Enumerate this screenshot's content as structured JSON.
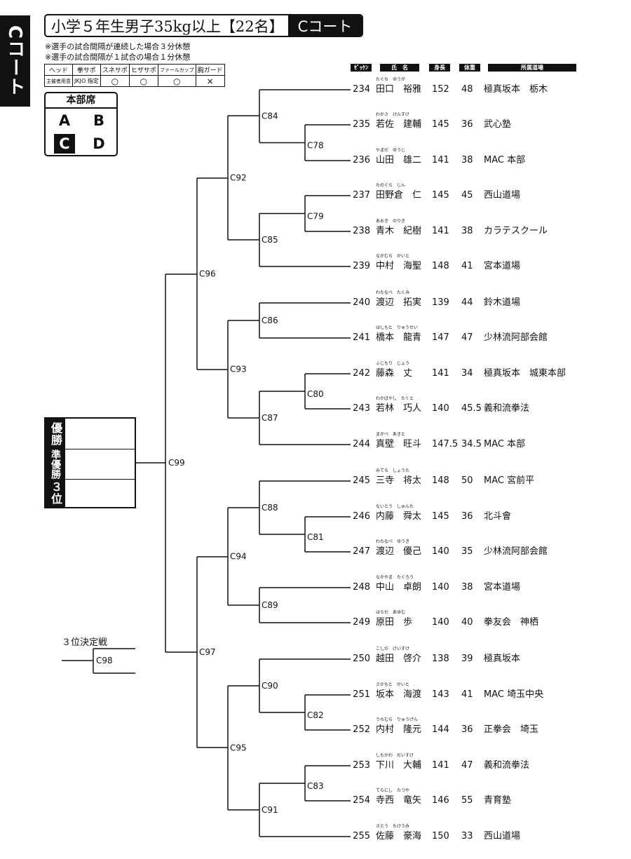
{
  "court_tab": "Cコート",
  "title": {
    "division": "小学５年生男子35kg以上【22名】",
    "court": "Cコート"
  },
  "notes": [
    "※選手の試合間隔が連続した場合３分休憩",
    "※選手の試合間隔が１試合の場合１分休憩"
  ],
  "equipment": {
    "headers": [
      "ヘッド",
      "拳サポ",
      "スネサポ",
      "ヒザサポ",
      "ファールカップ",
      "胸ガード"
    ],
    "values": [
      "主催者用意",
      "JKJO 指定",
      "○",
      "○",
      "○",
      "×"
    ]
  },
  "hq": {
    "title": "本部席",
    "cells": [
      "A",
      "B",
      "C",
      "D"
    ],
    "selected": "C"
  },
  "columns": [
    "ｾﾞｯｹﾝ",
    "氏　名",
    "身長",
    "体重",
    "所属道場"
  ],
  "entries": [
    {
      "no": "234",
      "name": "田口　裕雅",
      "ruby": "たぐち　ゆうが",
      "height": "152",
      "weight": "48",
      "dojo": "極真坂本　栃木"
    },
    {
      "no": "235",
      "name": "若佐　建輔",
      "ruby": "わかさ　けんすけ",
      "height": "145",
      "weight": "36",
      "dojo": "武心塾"
    },
    {
      "no": "236",
      "name": "山田　雄二",
      "ruby": "やまだ　ゆうじ",
      "height": "141",
      "weight": "38",
      "dojo": "MAC 本部"
    },
    {
      "no": "237",
      "name": "田野倉　仁",
      "ruby": "たのくら　じん",
      "height": "145",
      "weight": "45",
      "dojo": "西山道場"
    },
    {
      "no": "238",
      "name": "青木　紀樹",
      "ruby": "あおき　のりき",
      "height": "141",
      "weight": "38",
      "dojo": "カラテスクール"
    },
    {
      "no": "239",
      "name": "中村　海聖",
      "ruby": "なかむら　かいと",
      "height": "148",
      "weight": "41",
      "dojo": "宮本道場"
    },
    {
      "no": "240",
      "name": "渡辺　拓実",
      "ruby": "わたなべ　たくみ",
      "height": "139",
      "weight": "44",
      "dojo": "鈴木道場"
    },
    {
      "no": "241",
      "name": "橋本　龍青",
      "ruby": "はしもと　りゅうせい",
      "height": "147",
      "weight": "47",
      "dojo": "少林流阿部会館"
    },
    {
      "no": "242",
      "name": "藤森　丈",
      "ruby": "ふじもり　じょう",
      "height": "141",
      "weight": "34",
      "dojo": "極真坂本　城東本部"
    },
    {
      "no": "243",
      "name": "若林　巧人",
      "ruby": "わかばやし　たくと",
      "height": "140",
      "weight": "45.5",
      "dojo": "義和流拳法"
    },
    {
      "no": "244",
      "name": "真壁　旺斗",
      "ruby": "まかべ　あきと",
      "height": "147.5",
      "weight": "34.5",
      "dojo": "MAC 本部"
    },
    {
      "no": "245",
      "name": "三寺　将太",
      "ruby": "みてら　しょうた",
      "height": "148",
      "weight": "50",
      "dojo": "MAC 宮前平"
    },
    {
      "no": "246",
      "name": "内藤　舜太",
      "ruby": "ないとう　しゅんた",
      "height": "145",
      "weight": "36",
      "dojo": "北斗會"
    },
    {
      "no": "247",
      "name": "渡辺　優己",
      "ruby": "わたなべ　ゆうき",
      "height": "140",
      "weight": "35",
      "dojo": "少林流阿部会館"
    },
    {
      "no": "248",
      "name": "中山　卓朗",
      "ruby": "なかやま　たくろう",
      "height": "140",
      "weight": "38",
      "dojo": "宮本道場"
    },
    {
      "no": "249",
      "name": "原田　歩",
      "ruby": "はらだ　あゆむ",
      "height": "140",
      "weight": "40",
      "dojo": "拳友会　神栖"
    },
    {
      "no": "250",
      "name": "越田　啓介",
      "ruby": "こしだ　けいすけ",
      "height": "138",
      "weight": "39",
      "dojo": "極真坂本"
    },
    {
      "no": "251",
      "name": "坂本　海渡",
      "ruby": "さかもと　かいと",
      "height": "143",
      "weight": "41",
      "dojo": "MAC 埼玉中央"
    },
    {
      "no": "252",
      "name": "内村　隆元",
      "ruby": "うちむら　りゅうげん",
      "height": "144",
      "weight": "36",
      "dojo": "正拳会　埼玉"
    },
    {
      "no": "253",
      "name": "下川　大輔",
      "ruby": "しもかわ　だいすけ",
      "height": "141",
      "weight": "47",
      "dojo": "義和流拳法"
    },
    {
      "no": "254",
      "name": "寺西　竜矢",
      "ruby": "てらにし　たつや",
      "height": "146",
      "weight": "55",
      "dojo": "青育塾"
    },
    {
      "no": "255",
      "name": "佐藤　豪海",
      "ruby": "さとう　たけうみ",
      "height": "150",
      "weight": "33",
      "dojo": "西山道場"
    }
  ],
  "matches": {
    "C78": "C78",
    "C79": "C79",
    "C80": "C80",
    "C81": "C81",
    "C82": "C82",
    "C83": "C83",
    "C84": "C84",
    "C85": "C85",
    "C86": "C86",
    "C87": "C87",
    "C88": "C88",
    "C89": "C89",
    "C90": "C90",
    "C91": "C91",
    "C92": "C92",
    "C93": "C93",
    "C94": "C94",
    "C95": "C95",
    "C96": "C96",
    "C97": "C97",
    "C98": "C98",
    "C99": "C99"
  },
  "results": {
    "winner": "優勝",
    "runner_up": "準優勝",
    "third": "３位"
  },
  "third_place_match": "３位決定戦"
}
